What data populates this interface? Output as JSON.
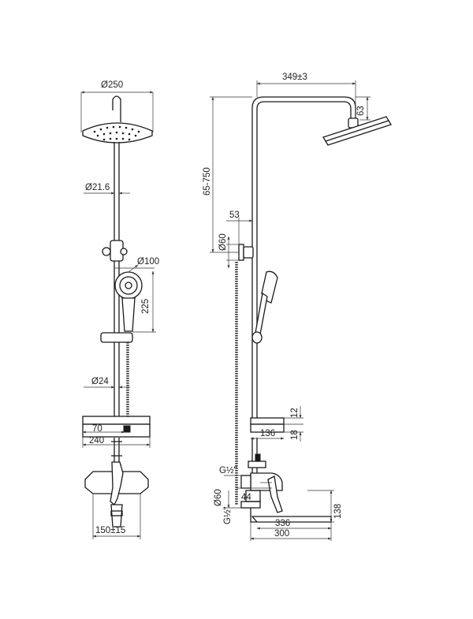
{
  "front_view": {
    "head_diameter": "Ø250",
    "pipe_diameter": "Ø21.6",
    "hand_shower_diameter": "Ø100",
    "hand_shower_length": "225",
    "lower_pipe_diameter": "Ø24",
    "shelf_depth": "70",
    "shelf_width": "240",
    "mixer_spacing": "150±15"
  },
  "side_view": {
    "arm_reach": "349±3",
    "head_drop": "63",
    "height_adjust": "65-750",
    "bracket_offset": "53",
    "bracket_diameter": "Ø60",
    "shelf_thickness": "12",
    "shelf_depth": "136",
    "shelf_bottom": "18",
    "thread_upper": "G½\"",
    "mixer_offset": "44",
    "flange_diameter": "Ø60",
    "thread_lower": "G½\"",
    "spout_height": "138",
    "spout_reach": "336",
    "spout_length": "300"
  }
}
